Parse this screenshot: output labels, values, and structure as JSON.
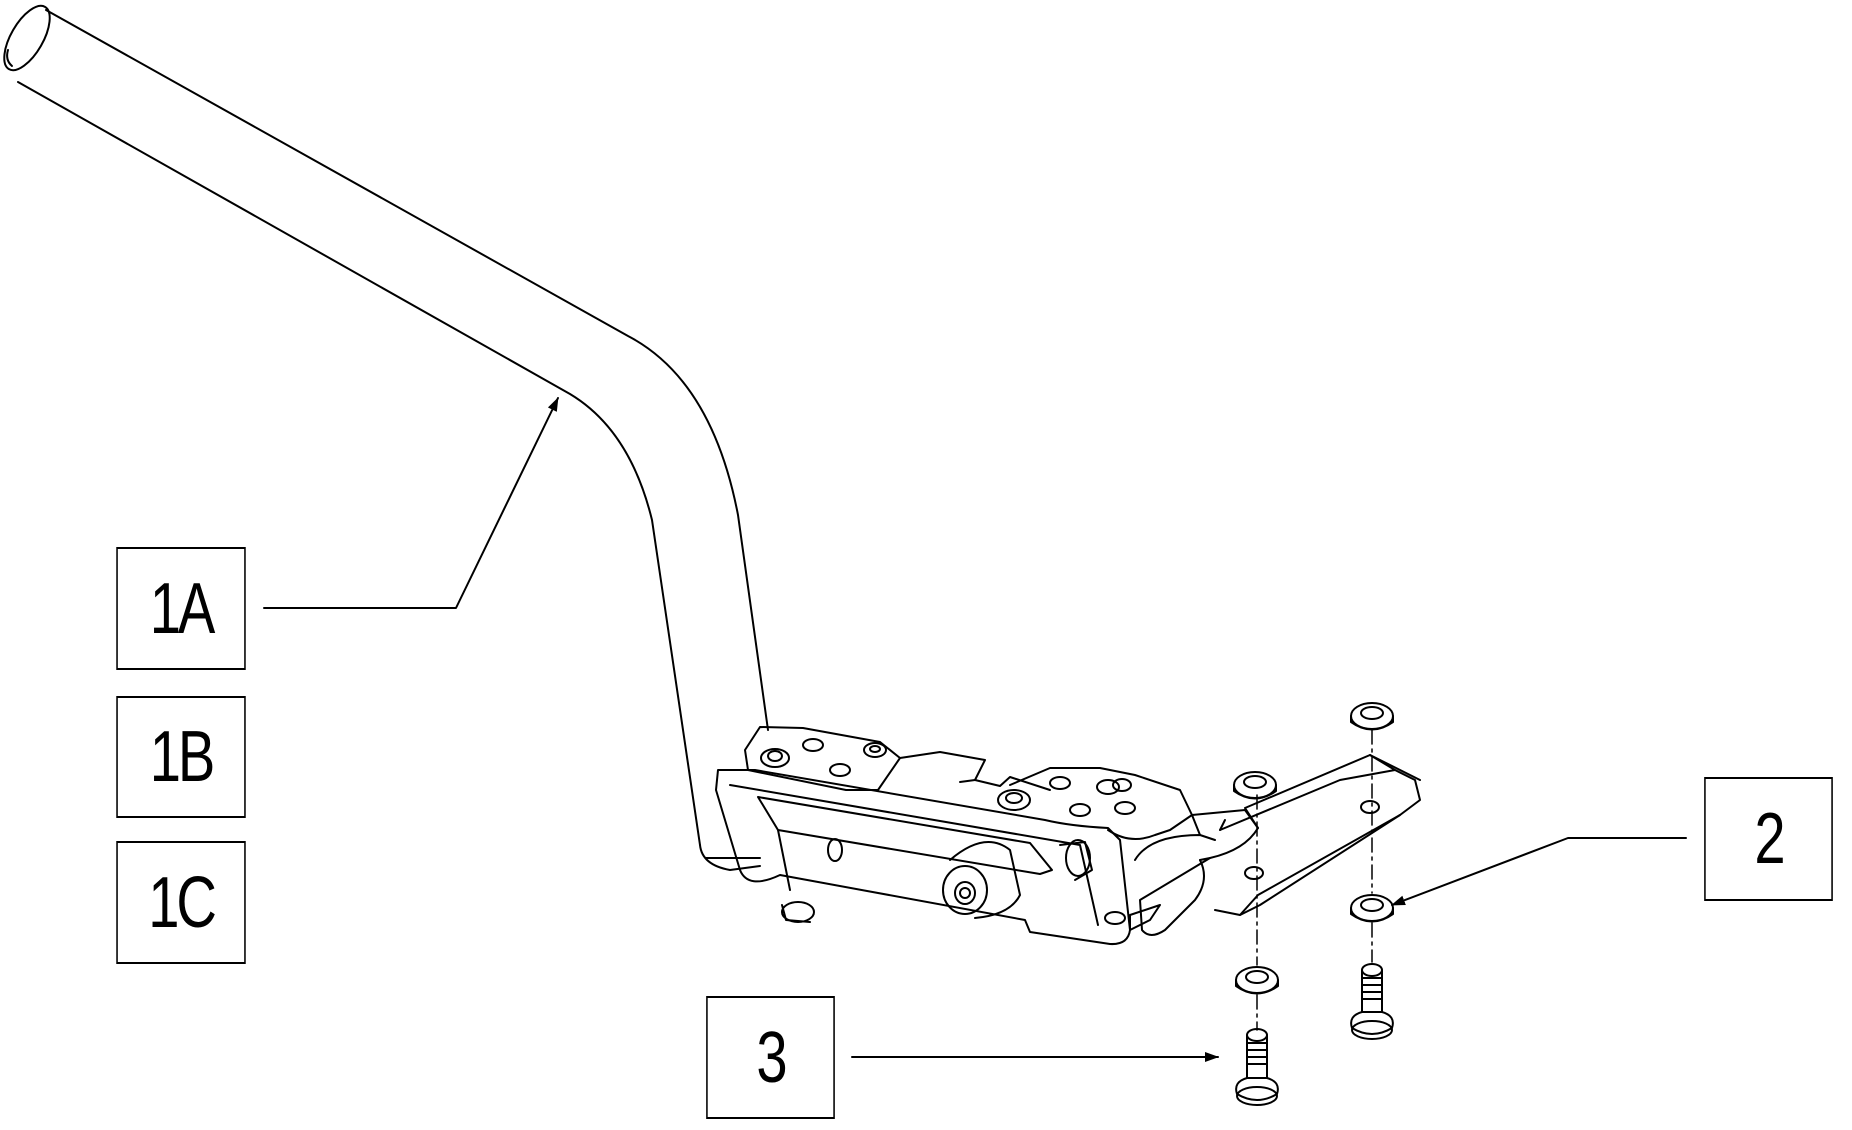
{
  "callouts": [
    {
      "id": "1A",
      "text": "1A"
    },
    {
      "id": "1B",
      "text": "1B"
    },
    {
      "id": "1C",
      "text": "1C"
    },
    {
      "id": "2",
      "text": "2"
    },
    {
      "id": "3",
      "text": "3"
    }
  ],
  "colors": {
    "line": "#000000",
    "background": "#ffffff"
  }
}
